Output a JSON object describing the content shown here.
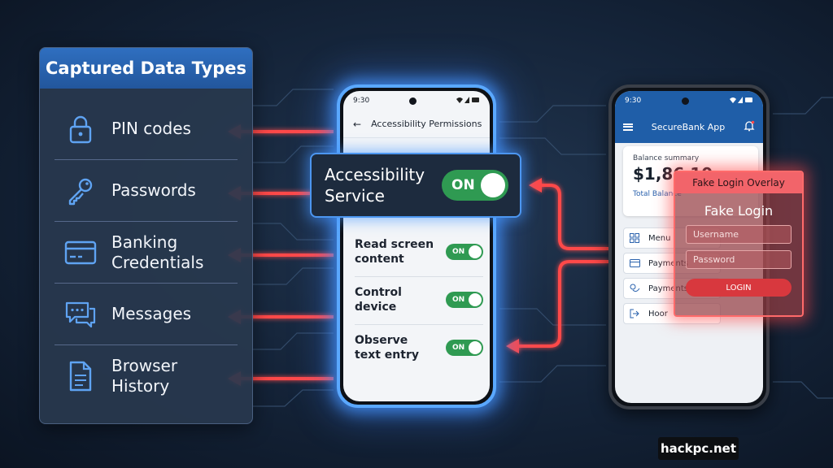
{
  "panel": {
    "title": "Captured Data Types",
    "items": [
      {
        "label": "PIN codes",
        "icon": "lock-icon"
      },
      {
        "label": "Passwords",
        "icon": "key-icon"
      },
      {
        "label": "Banking\nCredentials",
        "icon": "credit-card-icon"
      },
      {
        "label": "Messages",
        "icon": "chat-bubbles-icon"
      },
      {
        "label": "Browser\nHistory",
        "icon": "document-icon"
      }
    ]
  },
  "left_phone": {
    "time": "9:30",
    "header": "Accessibility Permissions",
    "permissions": [
      {
        "label": "Read screen\ncontent",
        "state": "ON"
      },
      {
        "label": "Control\ndevice",
        "state": "ON"
      },
      {
        "label": "Observe\ntext entry",
        "state": "ON"
      }
    ]
  },
  "callout": {
    "label": "Accessibility\nService",
    "state": "ON"
  },
  "right_phone": {
    "time": "9:30",
    "app_title": "SecureBank App",
    "balance_label": "Balance summary",
    "balance_amount": "$1,86 10",
    "total_label": "Total Balance",
    "menu": [
      {
        "label": "Menu",
        "icon": "grid-icon"
      },
      {
        "label": "Payments",
        "icon": "card-icon"
      },
      {
        "label": "Payments",
        "icon": "transfer-icon"
      },
      {
        "label": "Hoor",
        "icon": "logout-icon"
      }
    ]
  },
  "overlay": {
    "title": "Fake Login Overlay",
    "heading": "Fake Login",
    "username_placeholder": "Username",
    "password_placeholder": "Password",
    "button": "LOGIN"
  },
  "watermark": "hackpc.net",
  "colors": {
    "accent_blue": "#4c96f0",
    "toggle_green": "#2f9a52",
    "arrow_red": "#ff4a4a",
    "bank_blue": "#1f5ea8"
  }
}
